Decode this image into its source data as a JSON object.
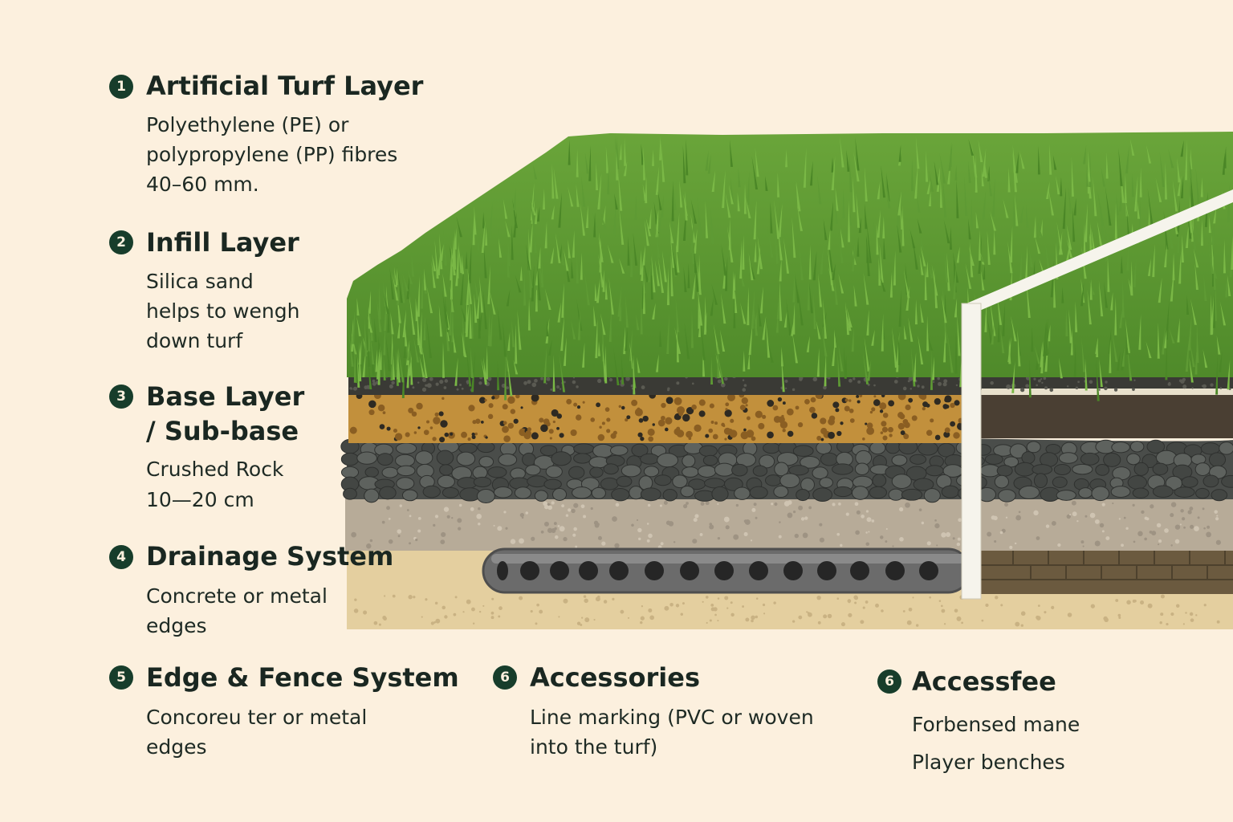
{
  "colors": {
    "background": "#fcf0de",
    "badge": "#173d2b",
    "text": "#1a2721",
    "grass": "#6aa53a",
    "grass_dark": "#4f8a2a",
    "infill": "#3a3a35",
    "sand_layer": "#c2903c",
    "crushed_rock": "#505350",
    "subgrade": "#b7ab98",
    "soil": "#e4cf9f",
    "pipe": "#6b6b6b",
    "line_marking": "#f6f4ec"
  },
  "items": [
    {
      "number": "1",
      "title": "Artificial Turf Layer",
      "lines": [
        "Polyethylene (PE) or",
        "polypropylene (PP) fibres",
        "40–60 mm."
      ]
    },
    {
      "number": "2",
      "title": "Infill Layer",
      "lines": [
        "Silica sand",
        "helps to wengh",
        "down turf"
      ]
    },
    {
      "number": "3",
      "title_lines": [
        "Base Layer",
        "/ Sub-base"
      ],
      "lines": [
        "Crushed Rock",
        "10—20 cm"
      ]
    },
    {
      "number": "4",
      "title": "Drainage System",
      "lines": [
        "Concrete or metal",
        "edges"
      ]
    },
    {
      "number": "5",
      "title": "Edge & Fence System",
      "lines": [
        "Concoreu ter or metal",
        "edges"
      ]
    },
    {
      "number": "6",
      "title": "Accessories",
      "lines": [
        "Line marking (PVC or woven",
        "into the turf)"
      ]
    },
    {
      "number": "6",
      "title": "Accessfee",
      "lines": [
        "Forbensed mane",
        "Player benches"
      ]
    }
  ]
}
